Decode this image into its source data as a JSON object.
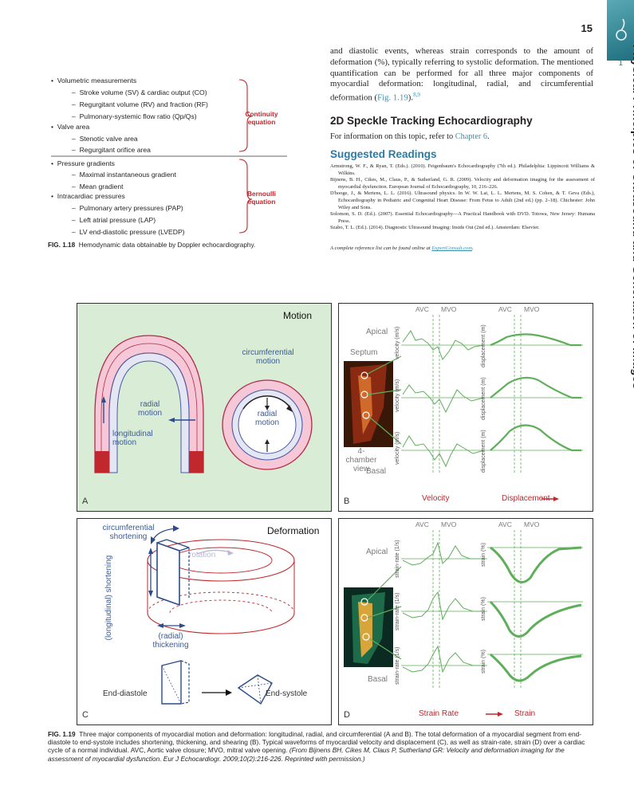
{
  "page_number": "15",
  "side_tab": {
    "chapter_number": "1",
    "chapter_title": "Physical Principles of Ultrasound and Generation of Images"
  },
  "body": {
    "paragraph_1": "and diastolic events, whereas strain corresponds to the amount of deformation (%), typically referring to systolic deformation. The mentioned quantification can be performed for all three major components of myocardial deformation: longitudinal, radial, and circumferential deformation (",
    "paragraph_1_link": "Fig. 1.19",
    "paragraph_1_end": ").",
    "paragraph_1_sup": "8,9",
    "speckle_heading": "2D Speckle Tracking Echocardiography",
    "speckle_text": "For information on this topic, refer to ",
    "speckle_link": "Chapter 6",
    "speckle_end": ".",
    "readings_heading": "Suggested Readings",
    "references": [
      "Armstrong, W. F., & Ryan, T. (Eds.). (2010). Feigenbaum's Echocardiography (7th ed.). Philadelphia: Lippincott Williams & Wilkins.",
      "Bijnens, B. H., Cikes, M., Claus, P., & Sutherland, G. R. (2009). Velocity and deformation imaging for the assessment of myocardial dysfunction. European Journal of Echocardiography, 10, 216–226.",
      "D'hooge, J., & Mertens, L. L. (2016). Ultrasound physics. In W. W. Lai, L. L. Mertens, M. S. Cohen, & T. Geva (Eds.), Echocardiography in Pediatric and Congenital Heart Disease: From Fetus to Adult (2nd ed.) (pp. 2–18). Chichester: John Wiley and Sons.",
      "Solomon, S. D. (Ed.). (2007). Essential Echocardiography—A Practical Handbook with DVD. Totowa, New Jersey: Humana Press.",
      "Szabo, T. L. (Ed.). (2014). Diagnostic Ultrasound Imaging: Inside Out (2nd ed.). Amsterdam: Elsevier."
    ],
    "reference_note": "A complete reference list can be found online at ",
    "reference_note_link": "ExpertConsult.com",
    "reference_note_end": "."
  },
  "fig18": {
    "items": [
      {
        "level": 1,
        "text": "Volumetric measurements"
      },
      {
        "level": 2,
        "text": "Stroke volume (SV) & cardiac output (CO)"
      },
      {
        "level": 2,
        "text": "Regurgitant volume (RV) and fraction (RF)"
      },
      {
        "level": 2,
        "text": "Pulmonary-systemic flow ratio (Qp/Qs)"
      },
      {
        "level": 1,
        "text": "Valve area"
      },
      {
        "level": 2,
        "text": "Stenotic valve area"
      },
      {
        "level": 2,
        "text": "Regurgitant orifice area"
      },
      {
        "level": 1,
        "text": "Pressure gradients"
      },
      {
        "level": 2,
        "text": "Maximal instantaneous gradient"
      },
      {
        "level": 2,
        "text": "Mean gradient"
      },
      {
        "level": 1,
        "text": "Intracardiac pressures"
      },
      {
        "level": 2,
        "text": "Pulmonary artery pressures (PAP)"
      },
      {
        "level": 2,
        "text": "Left atrial pressure (LAP)"
      },
      {
        "level": 2,
        "text": "LV end-diastolic pressure (LVEDP)"
      }
    ],
    "group_continuity": "Continuity equation",
    "group_bernoulli": "Bernoulli equation",
    "caption_label": "FIG. 1.18",
    "caption_text": "Hemodynamic data obtainable by Doppler echocardiography."
  },
  "fig19": {
    "panel_a": {
      "letter": "A",
      "title": "Motion",
      "circumferential": "circumferential motion",
      "radial_left": "radial motion",
      "radial_right": "radial motion",
      "longitudinal": "longitudinal motion"
    },
    "panel_b": {
      "letter": "B",
      "avc": "AVC",
      "mvo": "MVO",
      "apical": "Apical",
      "septum": "Septum",
      "view": "4-chamber view",
      "basal": "Basal",
      "velocity_axis": "velocity (m/s)",
      "displacement_axis": "displacement (m)",
      "footer_left": "Velocity",
      "footer_right": "Displacement"
    },
    "panel_c": {
      "letter": "C",
      "title": "Deformation",
      "circ_short": "circumferential shortening",
      "rotation": "rotation",
      "long_short": "(longitudinal) shortening",
      "radial_thick": "(radial) thickening",
      "end_diastole": "End-diastole",
      "end_systole": "End-systole"
    },
    "panel_d": {
      "letter": "D",
      "avc": "AVC",
      "mvo": "MVO",
      "apical": "Apical",
      "basal": "Basal",
      "strain_rate_axis": "strain-rate (1/s)",
      "strain_axis": "strain (%)",
      "footer_left": "Strain Rate",
      "footer_right": "Strain"
    },
    "caption_label": "FIG. 1.19",
    "caption_text": "Three major components of myocardial motion and deformation: longitudinal, radial, and circumferential (A and B). The total deformation of a myocardial segment from end-diastole to end-systole includes shortening, thickening, and shearing (B). Typical waveforms of myocardial velocity and displacement (C), as well as strain-rate, strain (D) over a cardiac cycle of a normal individual. AVC, Aortic valve closure; MVO, mitral valve opening.",
    "caption_credit": "(From Bijnens BH, Cikes M, Claus P, Sutherland GR: Velocity and deformation imaging for the assessment of myocardial dysfunction. Eur J Echocardiogr. 2009;10(2):216-226. Reprinted with permission.)"
  },
  "colors": {
    "accent_blue": "#3a8fb0",
    "heading_blue": "#2a7ba6",
    "red": "#c0282d",
    "green": "#5fae5a",
    "panel_bg": "#d9ecd6"
  }
}
